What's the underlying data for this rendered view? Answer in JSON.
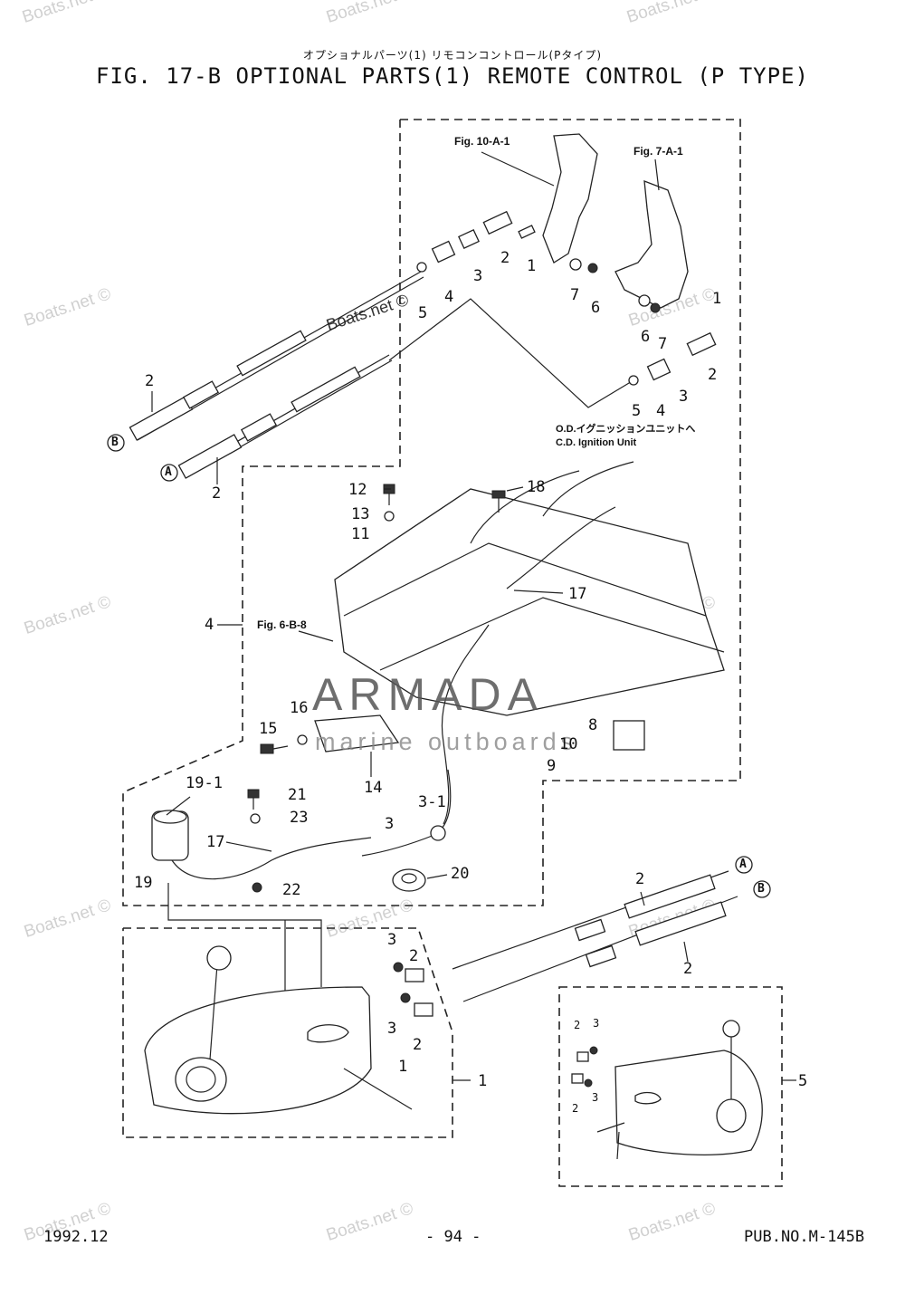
{
  "header": {
    "title_jp": "オプショナルパーツ(1) リモコンコントロール(Pタイプ)",
    "title_en": "FIG. 17-B OPTIONAL PARTS(1) REMOTE CONTROL (P TYPE)"
  },
  "footer": {
    "date": "1992.12",
    "page": "- 94 -",
    "pub_no": "PUB.NO.M-145B"
  },
  "watermark": {
    "text": "Boats.net ©",
    "brand": "ARMADA",
    "brand_sub": "marine outboards"
  },
  "references": {
    "fig_10a1": "Fig. 10-A-1",
    "fig_7a1": "Fig. 7-A-1",
    "fig_6b8": "Fig. 6-B-8",
    "ignition_jp": "O.D.イグニッションユニットへ",
    "ignition_en": "C.D. Ignition Unit"
  },
  "callouts": {
    "A": "A",
    "B": "B"
  },
  "part_numbers": {
    "n1": "1",
    "n2": "2",
    "n3": "3",
    "n4": "4",
    "n5": "5",
    "n6": "6",
    "n7": "7",
    "n8": "8",
    "n9": "9",
    "n10": "10",
    "n11": "11",
    "n12": "12",
    "n13": "13",
    "n14": "14",
    "n15": "15",
    "n16": "16",
    "n17": "17",
    "n18": "18",
    "n19": "19",
    "n19_1": "19-1",
    "n20": "20",
    "n21": "21",
    "n22": "22",
    "n23": "23",
    "n3_1": "3-1"
  }
}
